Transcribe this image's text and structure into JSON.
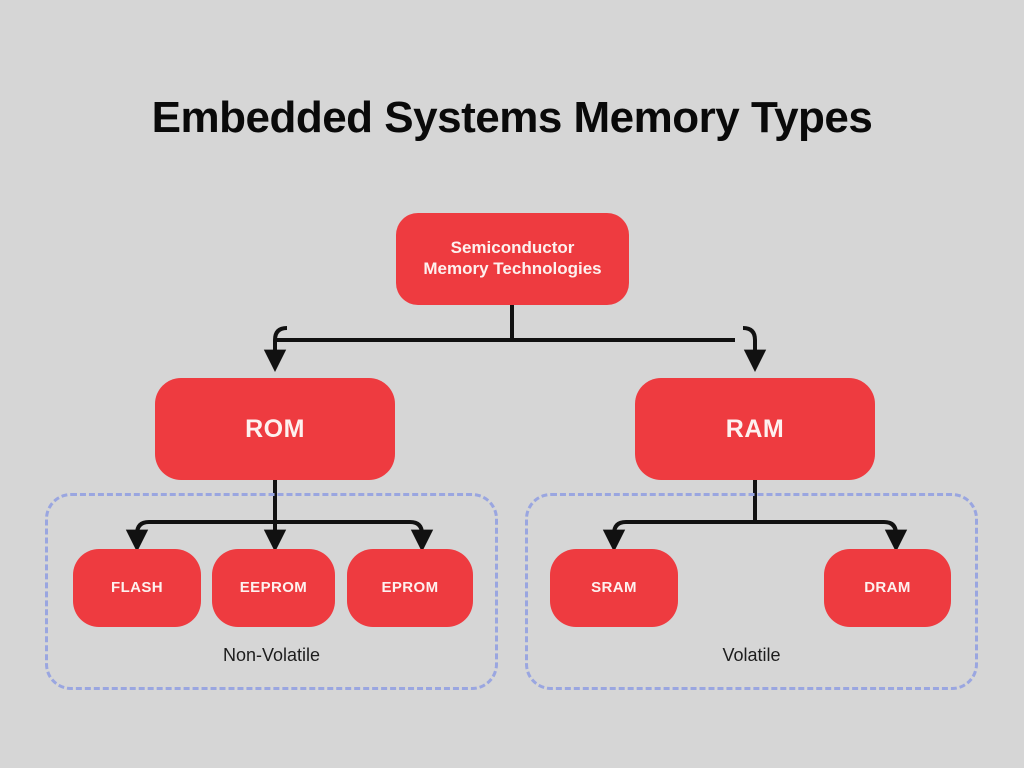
{
  "page": {
    "title": "Embedded Systems Memory Types",
    "background_color": "#d6d6d6",
    "title_color": "#0a0a0a"
  },
  "theme": {
    "node_fill": "#ee3b40",
    "node_text": "#fdf1ef",
    "connector_color": "#111111",
    "group_border_color": "#9aa6e0",
    "group_label_color": "#1d1d1d"
  },
  "diagram": {
    "type": "hierarchy-tree",
    "root": {
      "id": "root",
      "label_line1": "Semiconductor",
      "label_line2": "Memory Technologies"
    },
    "branches": [
      {
        "id": "rom",
        "label": "ROM",
        "group_label": "Non-Volatile",
        "children": [
          {
            "id": "flash",
            "label": "FLASH"
          },
          {
            "id": "eeprom",
            "label": "EEPROM"
          },
          {
            "id": "eprom",
            "label": "EPROM"
          }
        ]
      },
      {
        "id": "ram",
        "label": "RAM",
        "group_label": "Volatile",
        "children": [
          {
            "id": "sram",
            "label": "SRAM"
          },
          {
            "id": "dram",
            "label": "DRAM"
          }
        ]
      }
    ]
  }
}
